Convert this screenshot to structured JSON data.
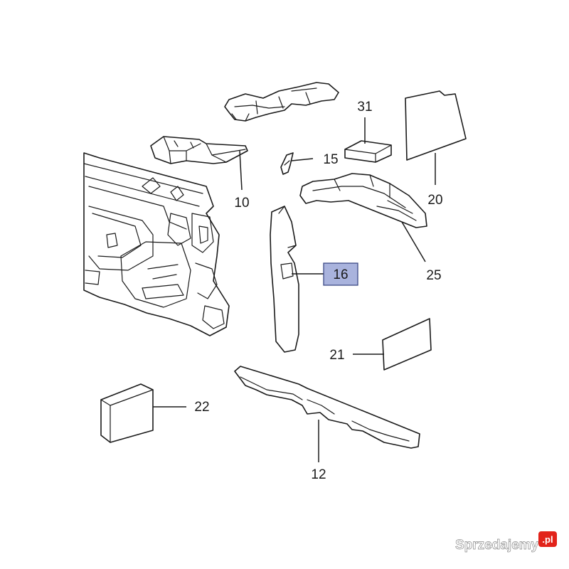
{
  "diagram": {
    "callouts": [
      {
        "id": "31",
        "label": "31"
      },
      {
        "id": "15",
        "label": "15"
      },
      {
        "id": "20",
        "label": "20"
      },
      {
        "id": "10",
        "label": "10"
      },
      {
        "id": "16",
        "label": "16",
        "highlighted": true
      },
      {
        "id": "25",
        "label": "25"
      },
      {
        "id": "21",
        "label": "21"
      },
      {
        "id": "22",
        "label": "22"
      },
      {
        "id": "12",
        "label": "12"
      }
    ],
    "highlight_color": "#a9b3dd"
  },
  "watermark": {
    "text": "Sprzedajemy",
    "suffix": ".pl",
    "badge_color": "#e2231a"
  }
}
